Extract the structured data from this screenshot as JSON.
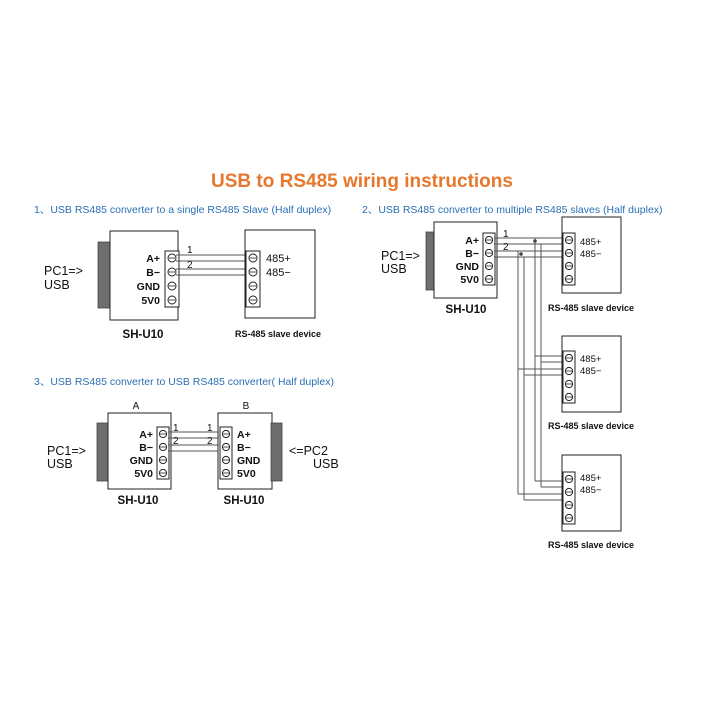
{
  "title": "USB to RS485 wiring instructions",
  "section1": "1、USB RS485 converter to a single RS485 Slave (Half duplex)",
  "section2": "2、USB RS485 converter to multiple RS485 slaves (Half duplex)",
  "section3": "3、USB RS485 converter to USB RS485 converter( Half duplex)",
  "converter": {
    "name": "SH-U10",
    "pins": [
      "A+",
      "B−",
      "GND",
      "5V0"
    ]
  },
  "slave": {
    "name": "RS-485 slave device",
    "pins": [
      "485+",
      "485−"
    ]
  },
  "wires": [
    "1",
    "2"
  ],
  "pc1": [
    "PC1=>",
    "USB"
  ],
  "pc2": [
    "<=PC2",
    "USB"
  ],
  "unit_a": "A",
  "unit_b": "B"
}
